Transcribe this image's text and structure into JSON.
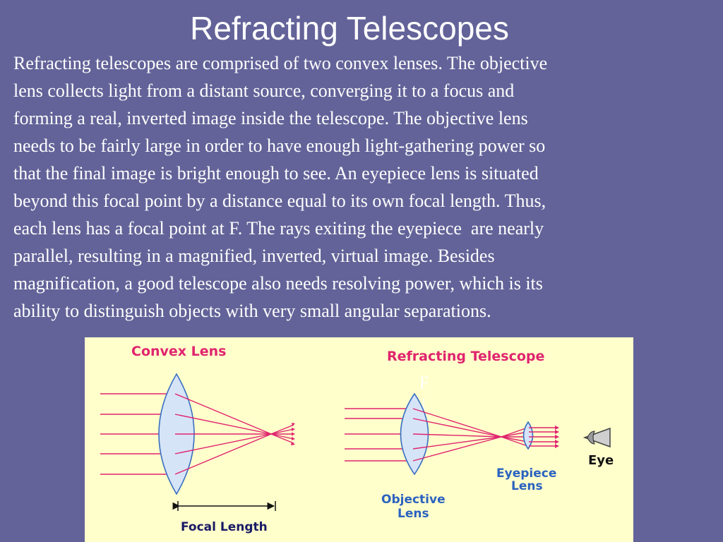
{
  "slide": {
    "title": "Refracting Telescopes",
    "body_lines": [
      "Refracting telescopes are comprised of two convex lenses. The objective",
      "lens collects light from a distant source, converging it to a focus and",
      "forming a real, inverted image inside the telescope. The objective lens",
      "needs to be fairly large in order to have enough light-gathering power so",
      "that the final image is bright enough to see. An eyepiece lens is situated",
      "beyond this focal point by a distance equal to its own focal length. Thus,",
      "each lens has a focal point at F. The rays exiting the eyepiece  are nearly",
      "parallel, resulting in a magnified, inverted, virtual image. Besides",
      "magnification, a good telescope also needs resolving power, which is its",
      "ability to distinguish objects with very small angular separations."
    ]
  },
  "figure": {
    "convex_lens_heading": "Convex Lens",
    "focal_length_label": "Focal Length",
    "telescope_heading": "Refracting Telescope",
    "focal_point_marker": "F",
    "objective_lens_label": [
      "Objective",
      "Lens"
    ],
    "eyepiece_lens_label": [
      "Eyepiece",
      "Lens"
    ],
    "eye_label": "Eye",
    "colors": {
      "slide_background": "#636399",
      "figure_background": "#ffffcc",
      "heading_text": "#e0246e",
      "ray": "#e0246e",
      "lens_fill": "#d6e4f7",
      "lens_stroke": "#3a6fc2",
      "blue_text": "#2b62c0"
    }
  }
}
